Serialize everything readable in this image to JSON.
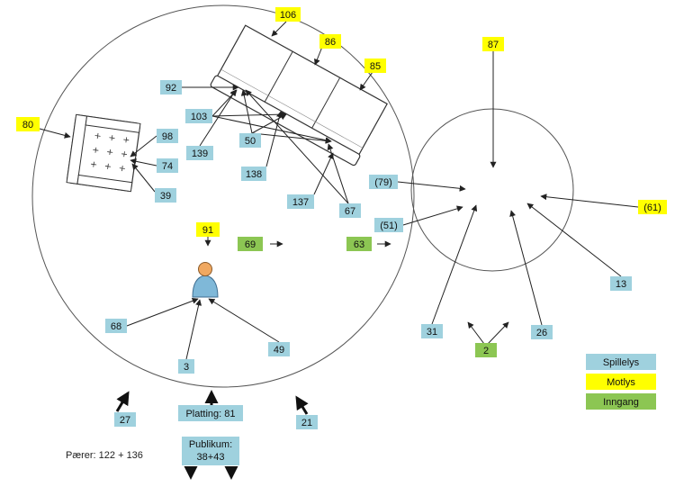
{
  "colors": {
    "spillelys": "#9fd1de",
    "motlys": "#ffff00",
    "inngang": "#8cc653",
    "outline": "#555555",
    "arrow": "#222222"
  },
  "legend": [
    {
      "label": "Spillelys",
      "type": "spillelys"
    },
    {
      "label": "Motlys",
      "type": "motlys"
    },
    {
      "label": "Inngang",
      "type": "inngang"
    }
  ],
  "labels": [
    {
      "id": "106",
      "text": "106",
      "type": "motlys"
    },
    {
      "id": "86",
      "text": "86",
      "type": "motlys"
    },
    {
      "id": "85",
      "text": "85",
      "type": "motlys"
    },
    {
      "id": "87",
      "text": "87",
      "type": "motlys"
    },
    {
      "id": "80",
      "text": "80",
      "type": "motlys"
    },
    {
      "id": "91",
      "text": "91",
      "type": "motlys"
    },
    {
      "id": "61",
      "text": "(61)",
      "type": "motlys"
    },
    {
      "id": "92",
      "text": "92",
      "type": "spillelys"
    },
    {
      "id": "103",
      "text": "103",
      "type": "spillelys"
    },
    {
      "id": "139",
      "text": "139",
      "type": "spillelys"
    },
    {
      "id": "50",
      "text": "50",
      "type": "spillelys"
    },
    {
      "id": "138",
      "text": "138",
      "type": "spillelys"
    },
    {
      "id": "137",
      "text": "137",
      "type": "spillelys"
    },
    {
      "id": "67",
      "text": "67",
      "type": "spillelys"
    },
    {
      "id": "98",
      "text": "98",
      "type": "spillelys"
    },
    {
      "id": "74",
      "text": "74",
      "type": "spillelys"
    },
    {
      "id": "39",
      "text": "39",
      "type": "spillelys"
    },
    {
      "id": "79",
      "text": "(79)",
      "type": "spillelys"
    },
    {
      "id": "51",
      "text": "(51)",
      "type": "spillelys"
    },
    {
      "id": "13",
      "text": "13",
      "type": "spillelys"
    },
    {
      "id": "31",
      "text": "31",
      "type": "spillelys"
    },
    {
      "id": "26",
      "text": "26",
      "type": "spillelys"
    },
    {
      "id": "68",
      "text": "68",
      "type": "spillelys"
    },
    {
      "id": "49",
      "text": "49",
      "type": "spillelys"
    },
    {
      "id": "3",
      "text": "3",
      "type": "spillelys"
    },
    {
      "id": "27",
      "text": "27",
      "type": "spillelys"
    },
    {
      "id": "21",
      "text": "21",
      "type": "spillelys"
    },
    {
      "id": "platting",
      "text": "Platting: 81",
      "type": "spillelys"
    },
    {
      "id": "publikum",
      "text": "Publikum:",
      "text2": "38+43",
      "type": "spillelys"
    },
    {
      "id": "69",
      "text": "69",
      "type": "inngang"
    },
    {
      "id": "63",
      "text": "63",
      "type": "inngang"
    },
    {
      "id": "2",
      "text": "2",
      "type": "inngang"
    }
  ],
  "footnote": "Pærer: 122 + 136"
}
